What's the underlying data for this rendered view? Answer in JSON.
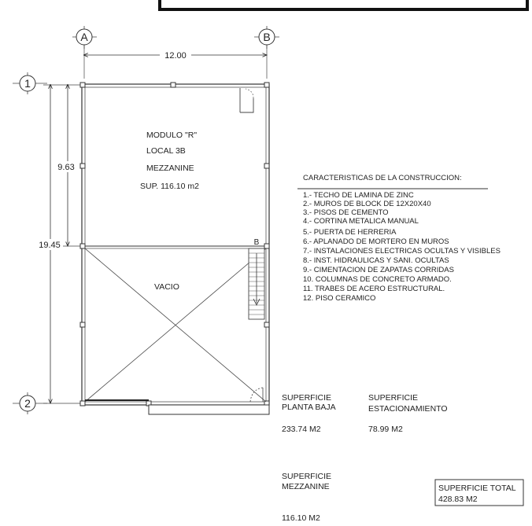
{
  "axes": {
    "columns": [
      {
        "id": "A"
      },
      {
        "id": "B"
      }
    ],
    "rows": [
      {
        "id": "1"
      },
      {
        "id": "2"
      }
    ]
  },
  "dimensions": {
    "width": "12.00",
    "upper": "9.63",
    "total": "19.45"
  },
  "module": {
    "name": "MODULO \"R\"",
    "local": "LOCAL 3B",
    "level": "MEZZANINE",
    "area": "SUP. 116.10 m2"
  },
  "void_label": "VACIO",
  "stair_mark": "B",
  "construction": {
    "title": "CARACTERISTICAS DE LA CONSTRUCCION:",
    "items": [
      "1.- TECHO DE LAMINA DE ZINC",
      "2.- MUROS DE BLOCK DE 12X20X40",
      "3.- PISOS DE CEMENTO",
      "4.- CORTINA METALICA MANUAL",
      "5.- PUERTA DE HERRERIA",
      "6.- APLANADO DE MORTERO EN MUROS",
      "7.- INSTALACIONES ELECTRICAS OCULTAS Y VISIBLES",
      "8.- INST. HIDRAULICAS Y SANI. OCULTAS",
      "9.- CIMENTACION DE ZAPATAS CORRIDAS",
      "10. COLUMNAS DE CONCRETO ARMADO.",
      "11. TRABES DE ACERO ESTRUCTURAL.",
      "12. PISO CERAMICO"
    ]
  },
  "surfaces": {
    "planta_baja": {
      "label_1": "SUPERFICIE",
      "label_2": "PLANTA BAJA",
      "value": "233.74 M2"
    },
    "estacionamiento": {
      "label_1": "SUPERFICIE",
      "label_2": "ESTACIONAMIENTO",
      "value": "78.99 M2"
    },
    "mezzanine": {
      "label_1": "SUPERFICIE",
      "label_2": "MEZZANINE",
      "value": "116.10 M2"
    },
    "total": {
      "label": "SUPERFICIE TOTAL",
      "value": "428.83 M2"
    }
  }
}
